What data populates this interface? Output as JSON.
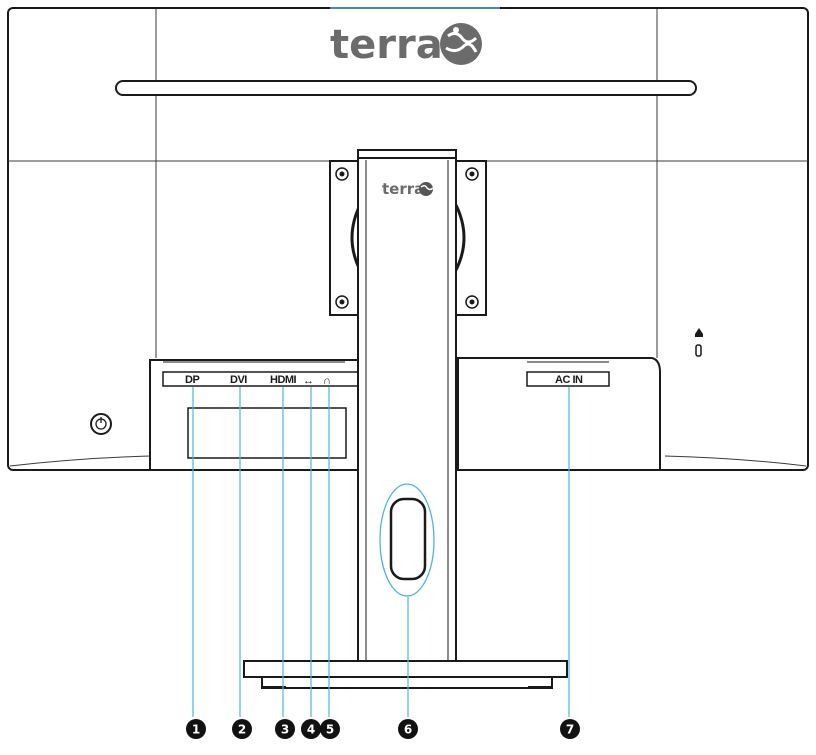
{
  "brand": {
    "logo_text": "terra",
    "stand_logo_text": "terra",
    "logo_icon": "globe-mascot-icon"
  },
  "ports": {
    "dp": "DP",
    "dvi": "DVI",
    "hdmi": "HDMI",
    "audio_in": "↔",
    "headphone": "∩",
    "ac_in": "AC IN"
  },
  "callouts": [
    "1",
    "2",
    "3",
    "4",
    "5",
    "6",
    "7"
  ],
  "icons": {
    "power": "power-button-icon",
    "kensington": "kensington-lock-icon",
    "audio": "audio-in-icon",
    "headphone": "headphone-icon"
  },
  "colors": {
    "outline": "#1a1a1a",
    "callout_line": "#4fb3df",
    "logo": "#6b6b6b",
    "panel_grid": "#3a3a3a"
  }
}
